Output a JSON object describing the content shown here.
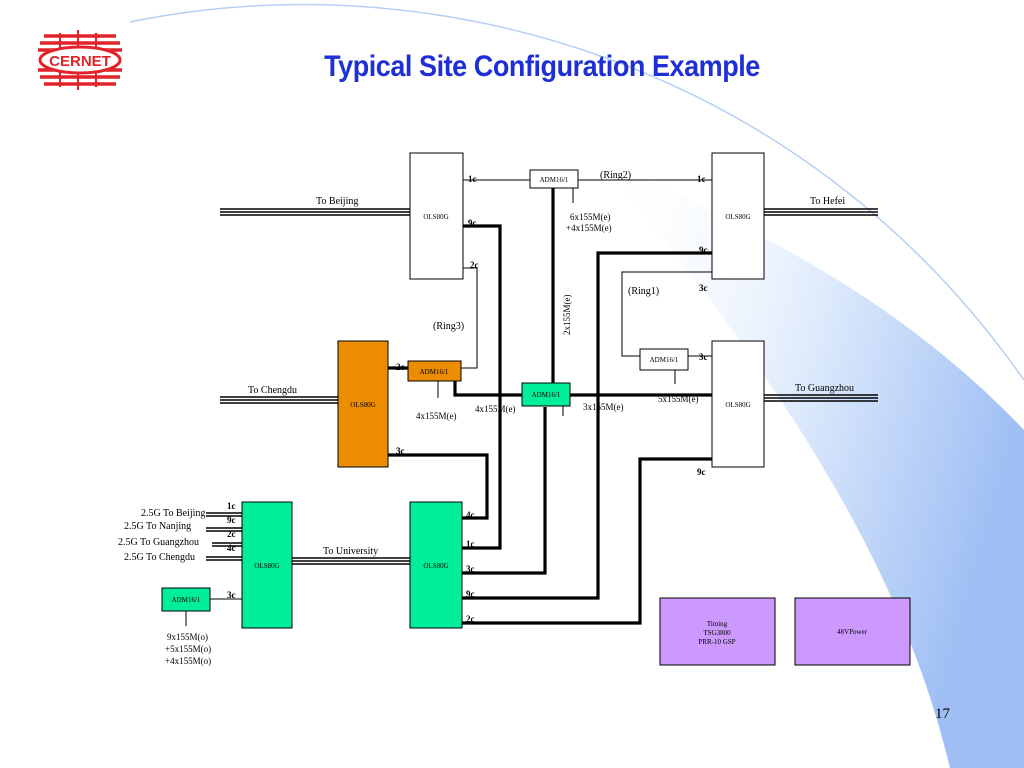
{
  "slide": {
    "title": "Typical Site Configuration Example",
    "page_number": "17",
    "logo_text": "CERNET"
  },
  "colors": {
    "title": "#1f2fd8",
    "ols_white": "#ffffff",
    "ols_orange": "#ec8c00",
    "ols_green": "#00ee99",
    "purple": "#cc99ff",
    "logo_red": "#e0242a",
    "backdrop_blue": "#a8c8f8"
  },
  "devices": {
    "ols_beijing": "OLS80G",
    "ols_hefei": "OLS80G",
    "ols_guangzhou": "OLS80G",
    "ols_chengdu": "OLS80G",
    "ols_left": "OLS80G",
    "ols_right": "OLS80G",
    "adm_ring2": "ADM16/1",
    "adm_ring3": "ADM16/1",
    "adm_center": "ADM16/1",
    "adm_ring1": "ADM16/1",
    "adm_bottom": "ADM16/1",
    "timing": [
      "Timing",
      "TSG3800",
      "PRR-10 GSP"
    ],
    "power": "48VPower"
  },
  "labels": {
    "to_beijing": "To Beijing",
    "to_hefei": "To Hefei",
    "to_chengdu": "To Chengdu",
    "to_guangzhou": "To Guangzhou",
    "to_university": "To University",
    "ring1": "(Ring1)",
    "ring2": "(Ring2)",
    "ring3": "(Ring3)",
    "vertical_2x155": "2x155M(e)",
    "adm_ring2_capacity": [
      "6x155M(e)",
      "+4x155M(e)"
    ],
    "ring3_capacity": "4x155M(e)",
    "center_left_capacity": "4x155M(e)",
    "center_right_capacity": "3x155M(e)",
    "ring1_capacity": "5x155M(e)",
    "bottom_capacity": [
      "9x155M(o)",
      "+5x155M(o)",
      "+4x155M(o)"
    ],
    "links_2_5g": [
      "2.5G To Beijing",
      "2.5G To Nanjing",
      "2.5G To Guangzhou",
      "2.5G To Chengdu"
    ]
  },
  "ports": {
    "beijing_1c": "1c",
    "beijing_9c": "9c",
    "beijing_2c": "2c",
    "hefei_1c": "1c",
    "hefei_9c": "9c",
    "hefei_3c": "3c",
    "guangzhou_3c": "3c",
    "guangzhou_9c": "9c",
    "chengdu_2c": "2c",
    "chengdu_3c": "3c",
    "left_1c": "1c",
    "left_9c": "9c",
    "left_2c": "2c",
    "left_4c": "4c",
    "left_3c": "3c",
    "right_4c": "4c",
    "right_1c": "1c",
    "right_3c": "3c",
    "right_9c": "9c",
    "right_2c": "2c"
  }
}
